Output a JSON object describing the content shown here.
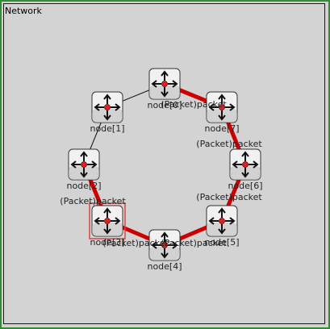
{
  "window": {
    "title": "Network"
  },
  "nodes": [
    {
      "id": "node0",
      "label": "node[0]"
    },
    {
      "id": "node1",
      "label": "node[1]"
    },
    {
      "id": "node2",
      "label": "node[2]"
    },
    {
      "id": "node3",
      "label": "node[3]",
      "selected": true
    },
    {
      "id": "node4",
      "label": "node[4]"
    },
    {
      "id": "node5",
      "label": "node[5]"
    },
    {
      "id": "node6",
      "label": "node[6]"
    },
    {
      "id": "node7",
      "label": "node[7]"
    }
  ],
  "links": [
    {
      "from": "node0",
      "to": "node1",
      "active": false
    },
    {
      "from": "node1",
      "to": "node2",
      "active": false
    },
    {
      "from": "node2",
      "to": "node3",
      "active": true
    },
    {
      "from": "node3",
      "to": "node4",
      "active": true
    },
    {
      "from": "node4",
      "to": "node5",
      "active": true
    },
    {
      "from": "node5",
      "to": "node6",
      "active": true
    },
    {
      "from": "node6",
      "to": "node7",
      "active": true
    },
    {
      "from": "node7",
      "to": "node0",
      "active": true
    }
  ],
  "packets": [
    {
      "label": "(Packet)packet",
      "near": "node0-node7"
    },
    {
      "label": "(Packet)packet",
      "near": "node7-node6"
    },
    {
      "label": "(Packet)packet",
      "near": "node6-node5"
    },
    {
      "label": "(Packet)packet",
      "near": "node2-node3"
    },
    {
      "label": "(Packet)packet",
      "near": "node3-node4"
    },
    {
      "label": "(Packet)packet",
      "near": "node4-node5"
    }
  ],
  "colors": {
    "background": "#d3d3d3",
    "active_link": "#cc0000",
    "frame": "#2f8f2f",
    "selection": "#d44"
  }
}
